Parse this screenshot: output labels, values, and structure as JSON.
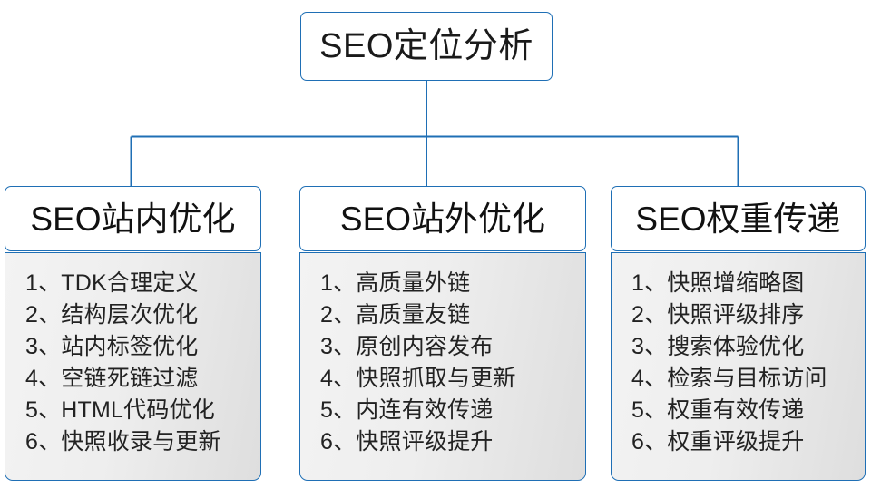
{
  "diagram": {
    "type": "tree-hierarchy",
    "root": {
      "label": "SEO定位分析"
    },
    "colors": {
      "border": "#1f6fb5",
      "connector": "#1f6fb5",
      "header_background": "#ffffff",
      "body_background": "#eeeeee",
      "text": "#1a1a1a"
    },
    "branches": [
      {
        "header": "SEO站内优化",
        "items": [
          "1、TDK合理定义",
          "2、结构层次优化",
          "3、站内标签优化",
          "4、空链死链过滤",
          "5、HTML代码优化",
          "6、快照收录与更新"
        ]
      },
      {
        "header": "SEO站外优化",
        "items": [
          "1、高质量外链",
          "2、高质量友链",
          "3、原创内容发布",
          "4、快照抓取与更新",
          "5、内连有效传递",
          "6、快照评级提升"
        ]
      },
      {
        "header": "SEO权重传递",
        "items": [
          "1、快照增缩略图",
          "2、快照评级排序",
          "3、搜索体验优化",
          "4、检索与目标访问",
          "5、权重有效传递",
          "6、权重评级提升"
        ]
      }
    ]
  }
}
